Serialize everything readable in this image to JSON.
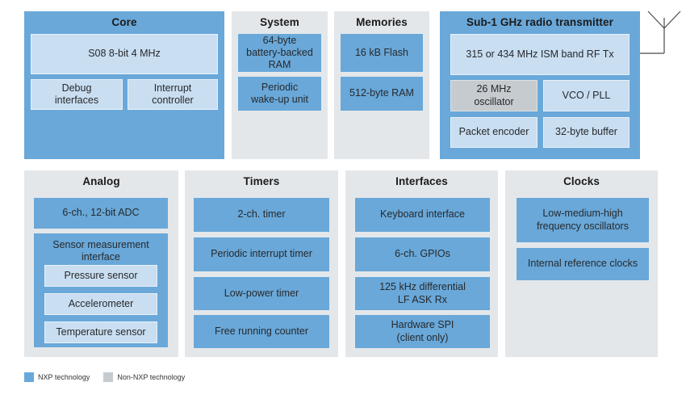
{
  "colors": {
    "nxp_blue": "#69a8d9",
    "light_blue": "#c9def1",
    "panel_gray": "#e4e7ea",
    "non_nxp_gray": "#c6cbcf"
  },
  "sections": {
    "core": {
      "title": "Core",
      "cpu": "S08 8-bit 4 MHz",
      "debug": "Debug\ninterfaces",
      "interrupt": "Interrupt\ncontroller"
    },
    "system": {
      "title": "System",
      "blocks": [
        "64-byte\nbattery-backed\nRAM",
        "Periodic\nwake-up unit"
      ]
    },
    "memories": {
      "title": "Memories",
      "blocks": [
        "16 kB Flash",
        "512-byte RAM"
      ]
    },
    "radio": {
      "title": "Sub-1 GHz radio transmitter",
      "rf_tx": "315 or 434 MHz ISM band RF Tx",
      "oscillator": "26 MHz\noscillator",
      "vco": "VCO / PLL",
      "encoder": "Packet encoder",
      "buffer": "32-byte buffer"
    },
    "analog": {
      "title": "Analog",
      "adc": "6-ch., 12-bit ADC",
      "smi_label": "Sensor measurement\ninterface",
      "sensors": [
        "Pressure sensor",
        "Accelerometer",
        "Temperature sensor"
      ]
    },
    "timers": {
      "title": "Timers",
      "blocks": [
        "2-ch. timer",
        "Periodic interrupt timer",
        "Low-power timer",
        "Free running counter"
      ]
    },
    "interfaces": {
      "title": "Interfaces",
      "blocks": [
        "Keyboard interface",
        "6-ch. GPIOs",
        "125 kHz differential\nLF ASK Rx",
        "Hardware SPI\n(client only)"
      ]
    },
    "clocks": {
      "title": "Clocks",
      "blocks": [
        "Low-medium-high\nfrequency oscillators",
        "Internal reference clocks"
      ]
    }
  },
  "legend": {
    "nxp": "NXP technology",
    "non_nxp": "Non-NXP technology"
  }
}
